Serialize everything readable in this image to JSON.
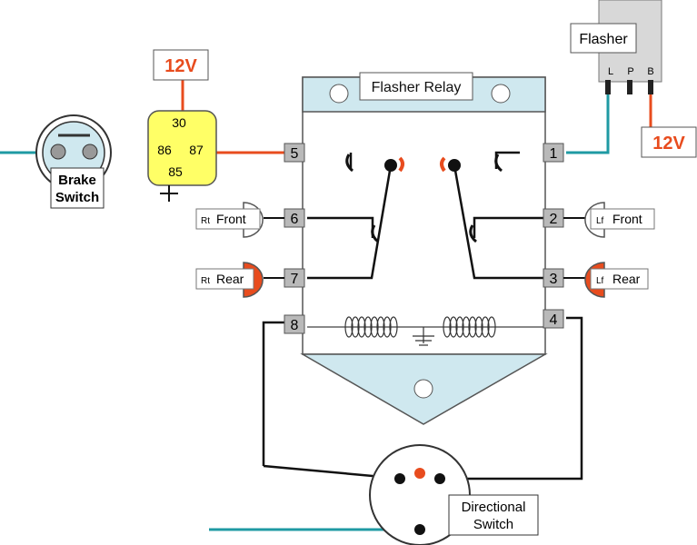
{
  "colors": {
    "wire_black": "#111111",
    "wire_red": "#e84c1e",
    "wire_teal": "#1f9aa3",
    "relay_fill": "#cfe8ef",
    "relay_small_fill": "#ffff66",
    "terminal_fill": "#b9b9b9",
    "lamp_lit": "#e84c1e"
  },
  "labels": {
    "v12_top": "12V",
    "v12_right": "12V",
    "flasher_relay": "Flasher Relay",
    "flasher": "Flasher",
    "flasher_pins": [
      "L",
      "P",
      "B"
    ],
    "brake_line1": "Brake",
    "brake_line2": "Switch",
    "directional_line1": "Directional",
    "directional_line2": "Switch",
    "relay_pins": [
      "30",
      "86",
      "87",
      "85"
    ],
    "terminals": [
      "1",
      "2",
      "3",
      "4",
      "5",
      "6",
      "7",
      "8"
    ],
    "rt_front_prefix": "Rt",
    "rt_front": "Front",
    "rt_rear_prefix": "Rt",
    "rt_rear": "Rear",
    "lf_front_prefix": "Lf",
    "lf_front": "Front",
    "lf_rear_prefix": "Lf",
    "lf_rear": "Rear"
  }
}
